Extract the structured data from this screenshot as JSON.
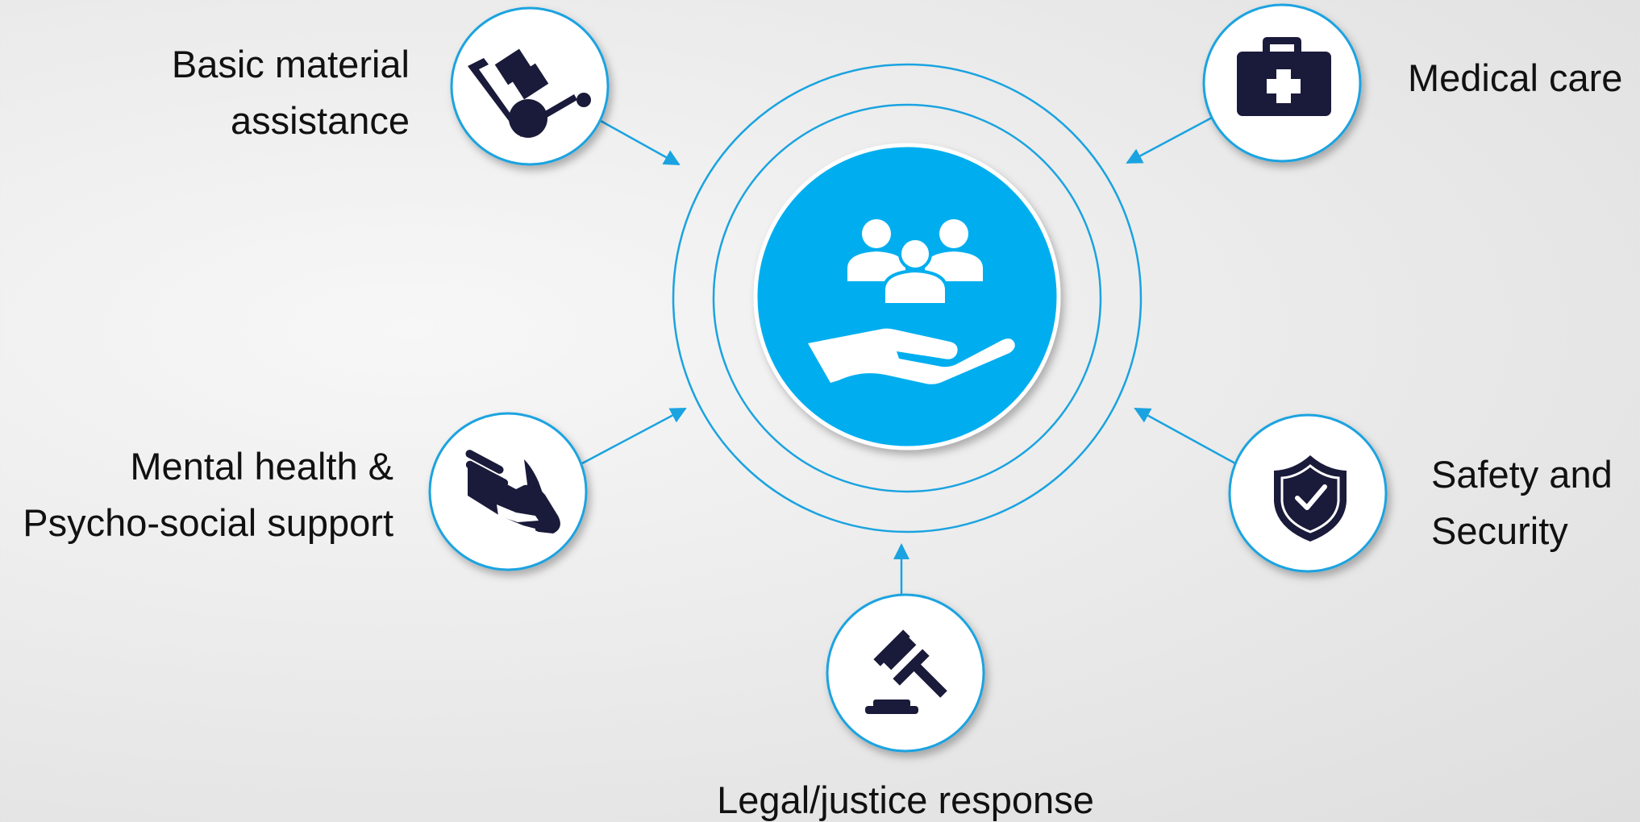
{
  "colors": {
    "accent": "#00aeef",
    "icon_dark": "#1a1a3a",
    "ring_stroke": "#1aa3e0",
    "badge_fill": "#ffffff",
    "text": "#111111"
  },
  "center": {
    "icon": "people-in-hand-icon"
  },
  "nodes": [
    {
      "id": "basic-material",
      "icon": "hand-truck-boxes-icon",
      "label_lines": [
        "Basic material",
        "assistance"
      ]
    },
    {
      "id": "medical-care",
      "icon": "medical-kit-icon",
      "label_lines": [
        "Medical care"
      ]
    },
    {
      "id": "mental-health",
      "icon": "helping-hands-icon",
      "label_lines": [
        "Mental health &",
        "Psycho-social support"
      ]
    },
    {
      "id": "safety-security",
      "icon": "shield-check-icon",
      "label_lines": [
        "Safety and",
        "Security"
      ]
    },
    {
      "id": "legal-justice",
      "icon": "gavel-icon",
      "label_lines": [
        "Legal/justice response"
      ]
    }
  ]
}
